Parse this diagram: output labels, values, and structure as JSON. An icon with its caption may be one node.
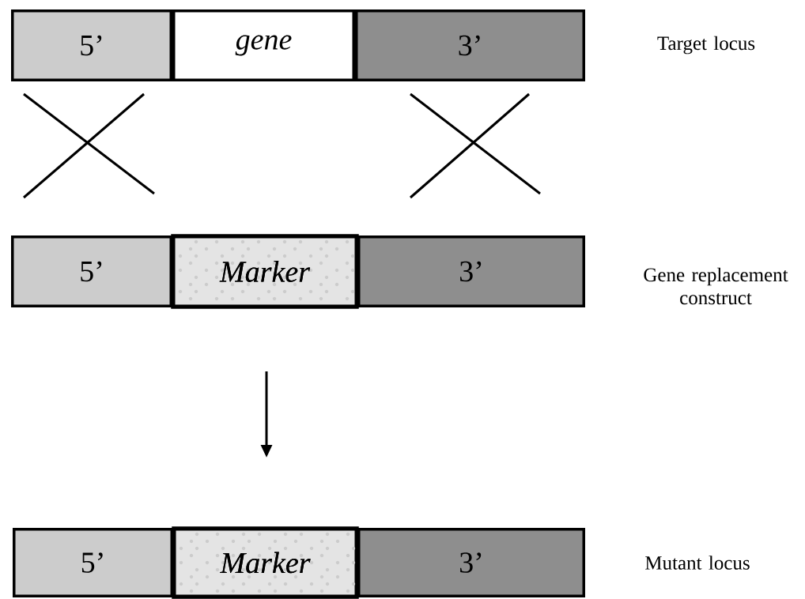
{
  "diagram": {
    "nodes": [
      {
        "text": [
          "5’"
        ]
      },
      {
        "text": [
          "gene"
        ]
      },
      {
        "text": [
          "3’"
        ]
      },
      {
        "text": [
          "5’"
        ]
      },
      {
        "text": [
          "Marker"
        ]
      },
      {
        "text": [
          "3’"
        ]
      },
      {
        "text": [
          "5’"
        ]
      },
      {
        "text": [
          "Marker"
        ]
      },
      {
        "text": [
          "3’"
        ]
      }
    ],
    "labels": [
      "Target locus",
      "Gene replacement construct",
      "Mutant locus"
    ]
  }
}
